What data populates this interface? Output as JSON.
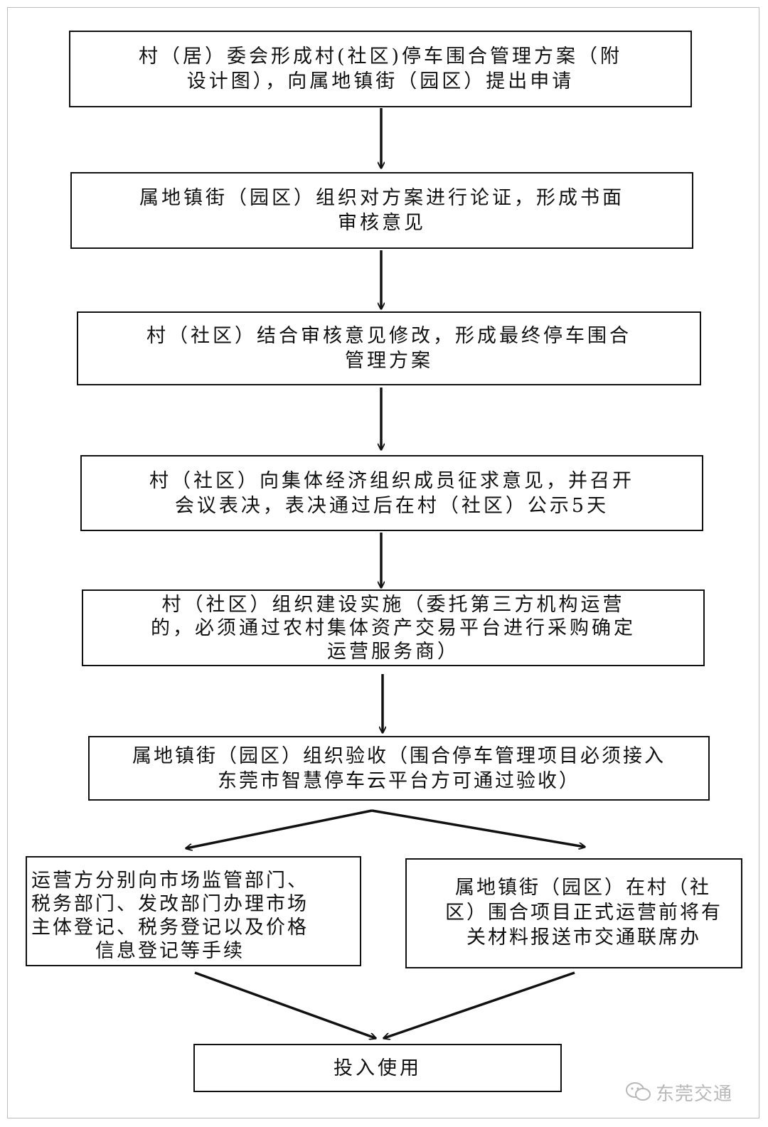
{
  "steps": [
    {
      "lines": [
        "村（居）委会形成村(社区)停车围合管理方案（附",
        "设计图），向属地镇街（园区）提出申请"
      ]
    },
    {
      "lines": [
        "属地镇街（园区）组织对方案进行论证，形成书面",
        "审核意见"
      ]
    },
    {
      "lines": [
        "村（社区）结合审核意见修改，形成最终停车围合",
        "管理方案"
      ]
    },
    {
      "lines": [
        "村（社区）向集体经济组织成员征求意见，并召开",
        "会议表决，表决通过后在村（社区）公示5天"
      ]
    },
    {
      "lines": [
        "村（社区）组织建设实施（委托第三方机构运营",
        "的，必须通过农村集体资产交易平台进行采购确定",
        "运营服务商）"
      ]
    },
    {
      "lines": [
        "属地镇街（园区）组织验收（围合停车管理项目必须接入",
        "东莞市智慧停车云平台方可通过验收）"
      ]
    }
  ],
  "branch_left": {
    "lines": [
      "运营方分别向市场监管部门、",
      "税务部门、发改部门办理市场",
      "主体登记、税务登记以及价格",
      "信息登记等手续"
    ]
  },
  "branch_right": {
    "lines": [
      "属地镇街（园区）在村（社",
      "区）围合项目正式运营前将有",
      "关材料报送市交通联席办"
    ]
  },
  "final": {
    "label": "投入使用"
  },
  "watermark": {
    "text": "东莞交通",
    "icon": "wechat-icon"
  }
}
